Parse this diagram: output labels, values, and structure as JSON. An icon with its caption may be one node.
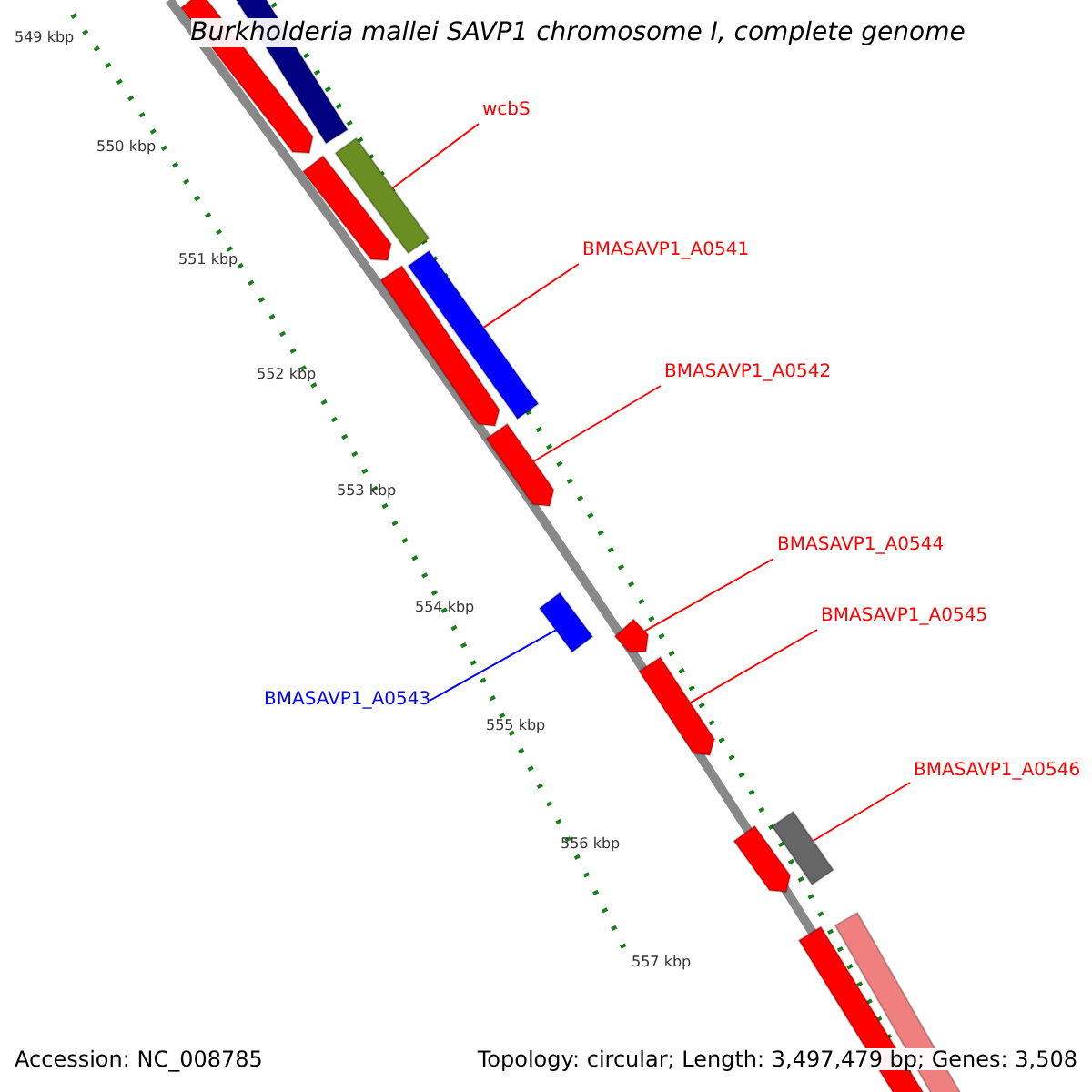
{
  "diagram": {
    "title": "Burkholderia mallei SAVP1 chromosome I, complete genome",
    "nodes": [
      {
        "text": [
          "wcbS"
        ]
      },
      {
        "text": [],
        "shape": "bar"
      },
      {
        "text": [
          "BMASAVP1_A0541"
        ]
      },
      {
        "text": [],
        "shape": "bar"
      },
      {
        "text": [
          "BMASAVP1_A0542"
        ]
      },
      {
        "text": [],
        "shape": "pentagon"
      },
      {
        "text": [
          "BMASAVP1_A0543"
        ]
      },
      {
        "text": [],
        "shape": "bar"
      },
      {
        "text": [
          "BMASAVP1_A0544"
        ]
      },
      {
        "text": [],
        "shape": "pentagon"
      },
      {
        "text": [
          "BMASAVP1_A0545"
        ]
      },
      {
        "text": [],
        "shape": "pentagon"
      },
      {
        "text": [
          "BMASAVP1_A0546"
        ]
      },
      {
        "text": [],
        "shape": "bar"
      },
      {
        "text": [],
        "shape": "pentagon"
      },
      {
        "text": [],
        "shape": "bar"
      },
      {
        "text": [],
        "shape": "pentagon"
      },
      {
        "text": [],
        "shape": "pentagon"
      },
      {
        "text": [],
        "shape": "pentagon"
      },
      {
        "text": [],
        "shape": "bar"
      },
      {
        "text": [],
        "shape": "bar"
      }
    ],
    "edges": [
      {
        "from": 0,
        "to": 1,
        "arrow": "none"
      },
      {
        "from": 2,
        "to": 3,
        "arrow": "none"
      },
      {
        "from": 4,
        "to": 5,
        "arrow": "none"
      },
      {
        "from": 6,
        "to": 7,
        "arrow": "none",
        "color": "#0000ff"
      },
      {
        "from": 8,
        "to": 9,
        "arrow": "none"
      },
      {
        "from": 10,
        "to": 11,
        "arrow": "none"
      },
      {
        "from": 12,
        "to": 13,
        "arrow": "none"
      }
    ],
    "labels": [
      "549 kbp",
      "550 kbp",
      "551 kbp",
      "552 kbp",
      "553 kbp",
      "554 kbp",
      "555 kbp",
      "556 kbp",
      "557 kbp",
      "Accession: NC_008785",
      "Topology: circular; Length: 3,497,479 bp; Genes: 3,508"
    ]
  }
}
